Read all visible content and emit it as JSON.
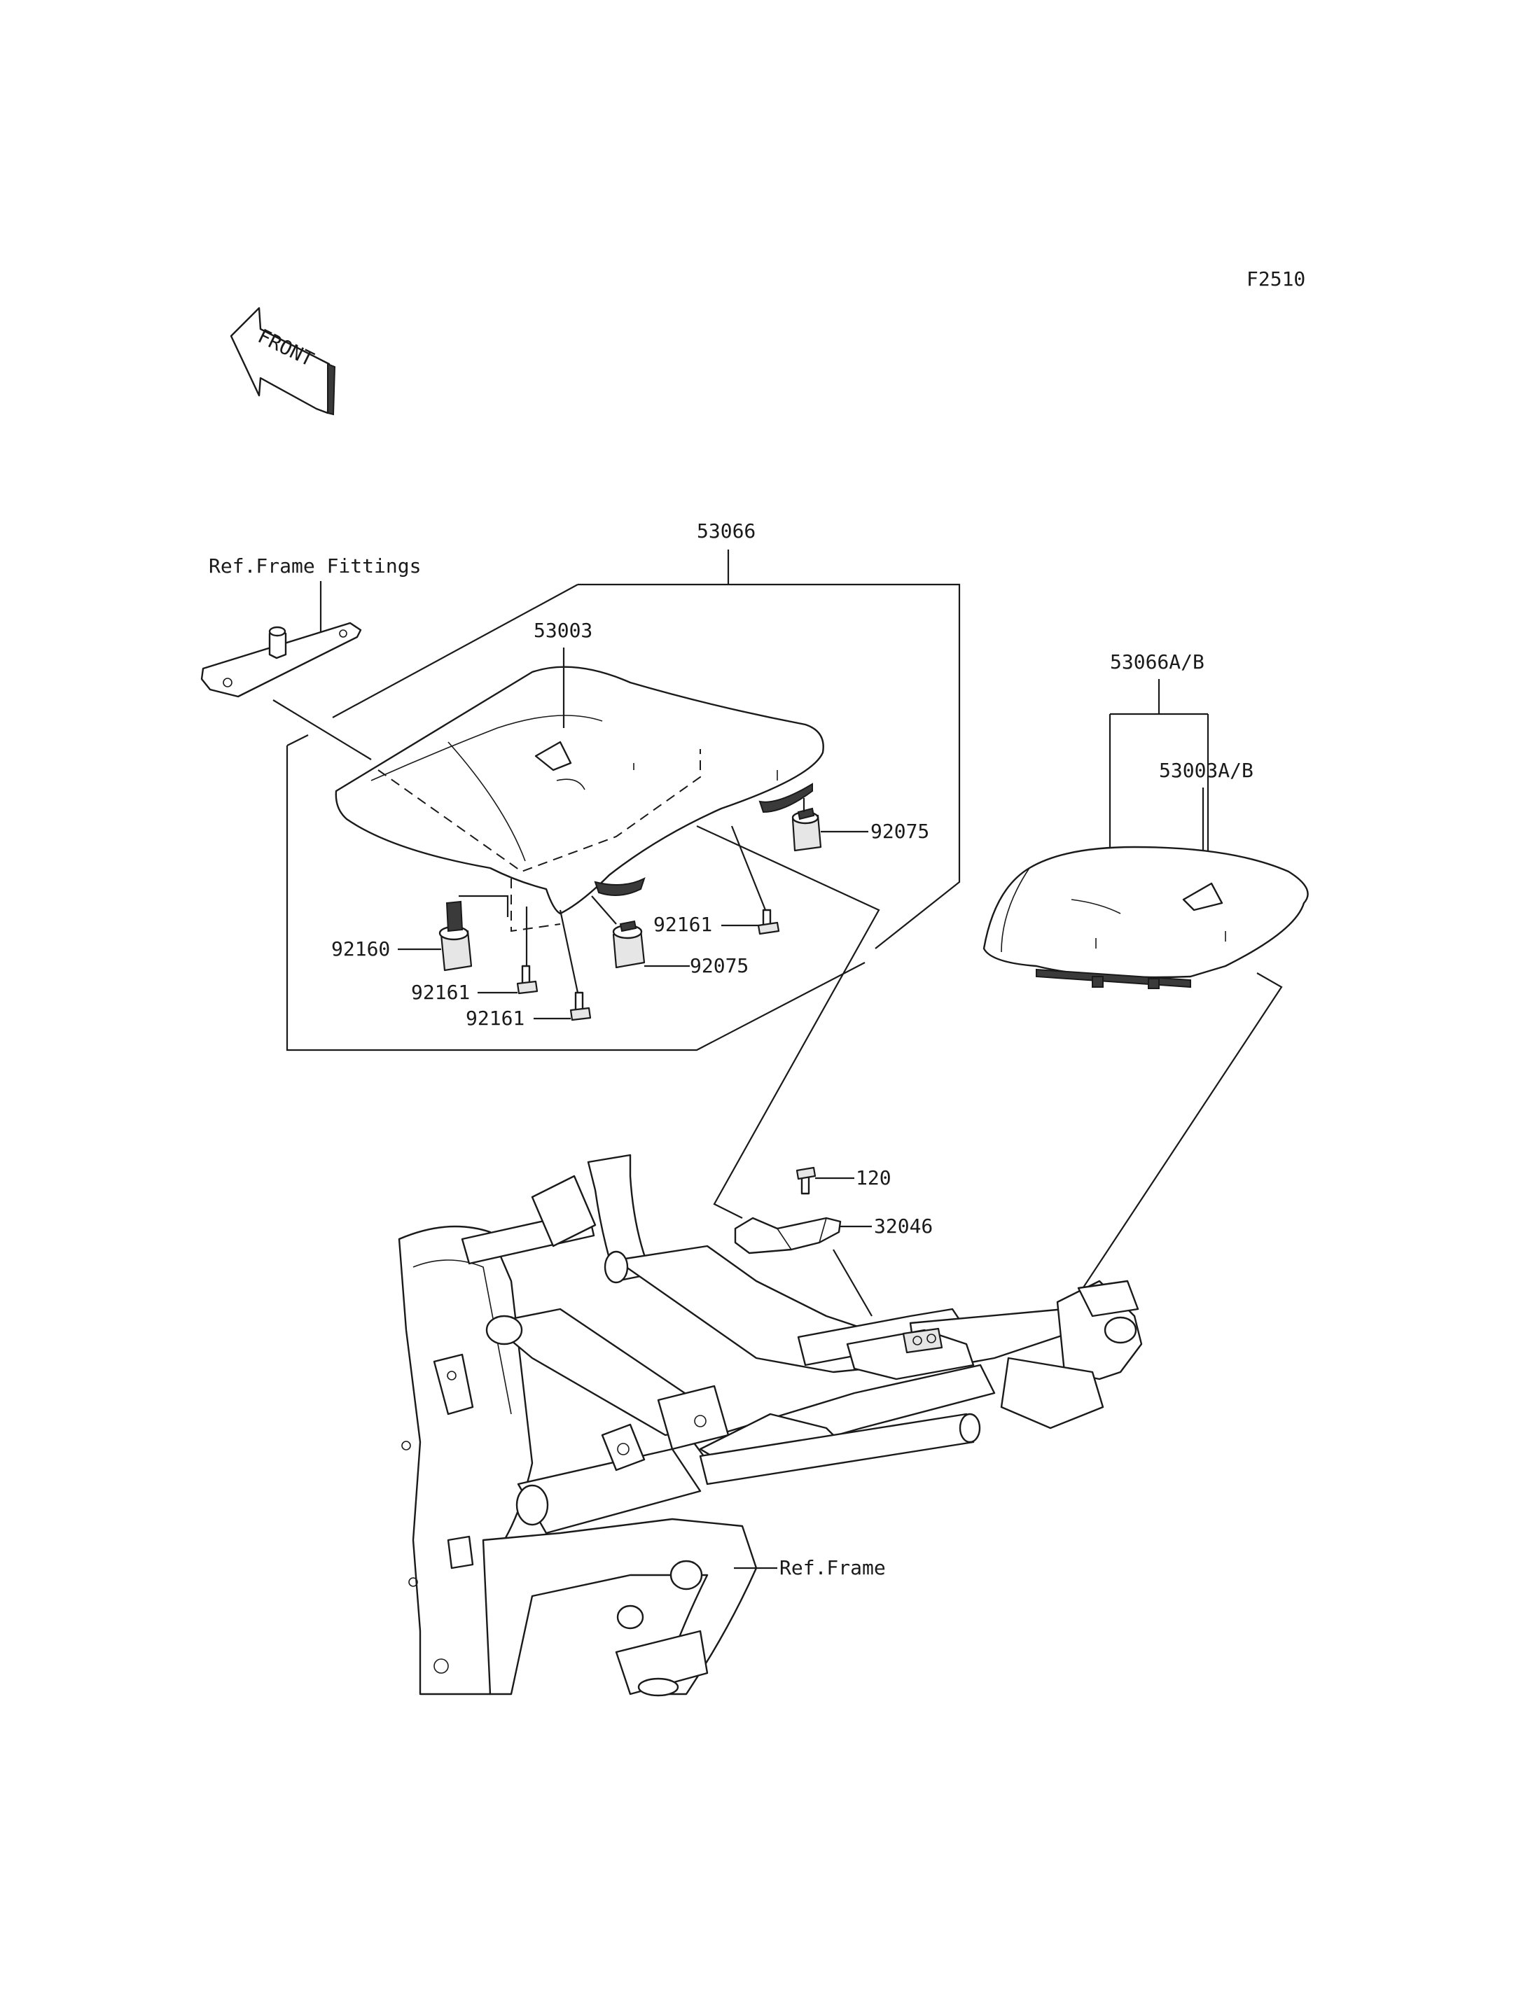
{
  "diagram_code": "F2510",
  "front_arrow_text": "FRONT",
  "labels": {
    "assembly_main": "53066",
    "ref_frame_fittings": "Ref.Frame Fittings",
    "label_53003": "53003",
    "damper_upper": "92075",
    "damper_lower": "92075",
    "bolt_mid": "92161",
    "bolt_left": "92161",
    "bolt_bottom": "92161",
    "damper_92160": "92160",
    "assembly_alt": "53066A/B",
    "label_alt": "53003A/B",
    "bolt_120": "120",
    "bracket_32046": "32046",
    "ref_frame": "Ref.Frame"
  }
}
